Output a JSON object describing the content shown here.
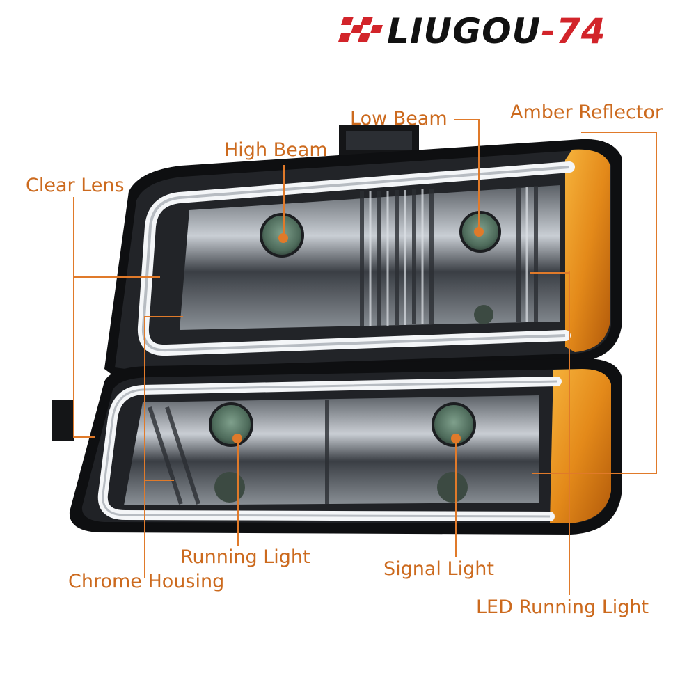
{
  "brand": {
    "name": "LIUGOU",
    "suffix": "-74"
  },
  "colors": {
    "label": "#cc6a1e",
    "leader_line": "#e07a2a",
    "brand_red": "#d2242a",
    "housing": "#111111",
    "amber": "#e48a1a"
  },
  "labels": {
    "low_beam": "Low Beam",
    "amber_reflector": "Amber Reflector",
    "high_beam": "High Beam",
    "clear_lens": "Clear Lens",
    "running_light": "Running Light",
    "signal_light": "Signal Light",
    "chrome_housing": "Chrome Housing",
    "led_running_light": "LED Running Light"
  }
}
